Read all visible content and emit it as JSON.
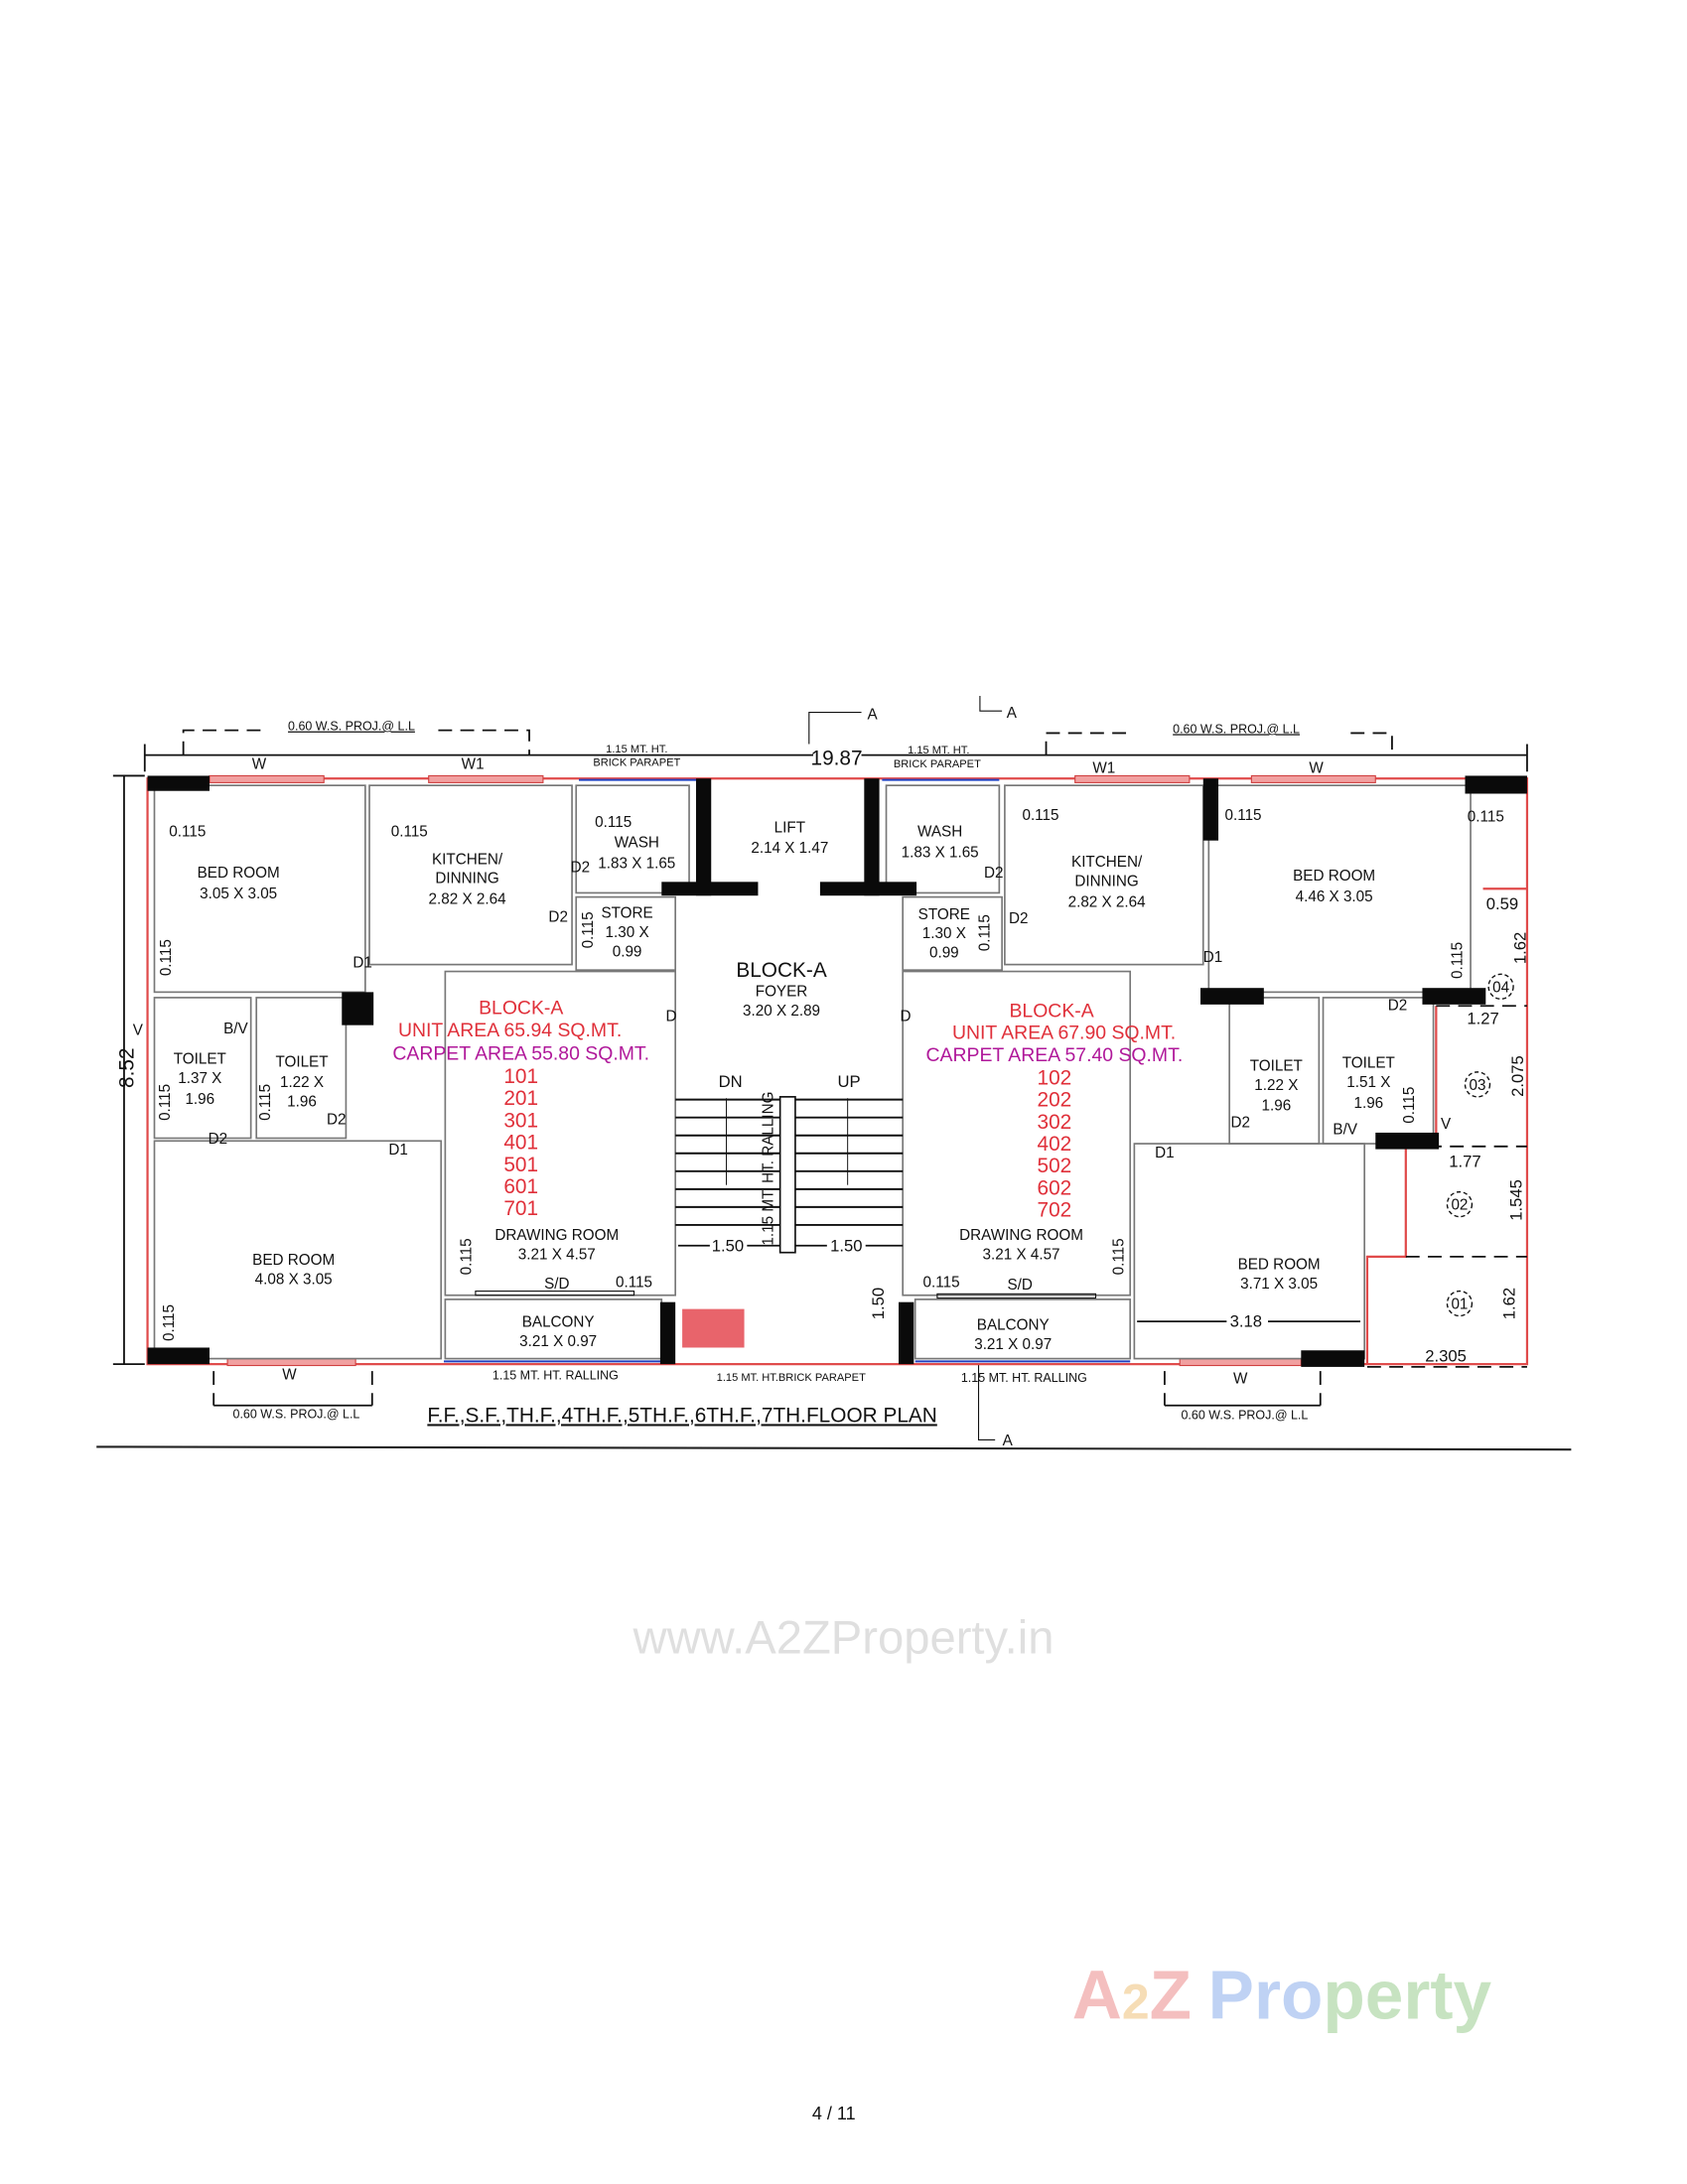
{
  "header": {
    "ws_proj": "0.60 W.S. PROJ.@ L.L",
    "parapet_l1": "1.15 MT. HT.",
    "parapet_l2": "BRICK PARAPET",
    "overall_width": "19.87",
    "overall_depth": "8.52",
    "section_mark": "A",
    "window_w": "W",
    "window_w1": "W1"
  },
  "common": {
    "wall": "0.115",
    "bed_room": "BED ROOM",
    "kitchen_1": "KITCHEN/",
    "kitchen_2": "DINNING",
    "kitchen_size": "2.82 X 2.64",
    "wash": "WASH",
    "wash_size": "1.83 X 1.65",
    "store": "STORE",
    "store_size_1": "1.30 X",
    "store_size_2": "0.99",
    "toilet": "TOILET",
    "toilet_h": "1.96",
    "drawing_room": "DRAWING ROOM",
    "drawing_size": "3.21 X 4.57",
    "balcony": "BALCONY",
    "balcony_size": "3.21 X 0.97",
    "sliding_door": "S/D",
    "railing": "1.15 MT. HT. RALLING",
    "d": "D",
    "d1": "D1",
    "d2": "D2",
    "v": "V",
    "bv": "B/V"
  },
  "left_unit": {
    "bed1_size": "3.05 X 3.05",
    "bed2_size": "4.08 X 3.05",
    "toilet1_w": "1.37 X",
    "toilet2_w": "1.22 X",
    "block": "BLOCK-A",
    "unit_area": "UNIT AREA  65.94 SQ.MT.",
    "carpet_area": "CARPET  AREA  55.80 SQ.MT.",
    "flats": [
      "101",
      "201",
      "301",
      "401",
      "501",
      "601",
      "701"
    ]
  },
  "right_unit": {
    "bed1_size": "4.46 X 3.05",
    "bed2_size": "3.71 X 3.05",
    "toilet1_w": "1.22 X",
    "toilet2_w": "1.51 X",
    "block": "BLOCK-A",
    "unit_area": "UNIT AREA  67.90 SQ.MT.",
    "carpet_area": "CARPET  AREA  57.40 SQ.MT.",
    "flats": [
      "102",
      "202",
      "302",
      "402",
      "502",
      "602",
      "702"
    ],
    "dims": {
      "d059": "0.59",
      "d162": "1.62",
      "d127": "1.27",
      "d2075": "2.075",
      "d177": "1.77",
      "d1545": "1.545",
      "d318": "3.18",
      "d2305": "2.305"
    },
    "slots": [
      "04",
      "03",
      "02",
      "01"
    ]
  },
  "core": {
    "lift": "LIFT",
    "lift_size": "2.14 X 1.47",
    "block": "BLOCK-A",
    "foyer": "FOYER",
    "foyer_size": "3.20 X 2.89",
    "dn": "DN",
    "up": "UP",
    "stair_railing": "1.15 MT. HT. RALLING",
    "landing": "1.50",
    "front_parapet": "1.15 MT. HT.BRICK PARAPET"
  },
  "title": "F.F.,S.F.,TH.F.,4TH.F.,5TH.F.,6TH.F.,7TH.FLOOR PLAN",
  "watermark": "www.A2ZProperty.in",
  "logo": {
    "a": "A",
    "two": "2",
    "z": "Z",
    "p": "Pro",
    "rest": "perty"
  },
  "page_number": "4 / 11",
  "colors": {
    "wall_line": "#e04a4a",
    "area_red": "#e0303a",
    "carpet_magenta": "#b0189a",
    "column": "#0a0a0a"
  }
}
